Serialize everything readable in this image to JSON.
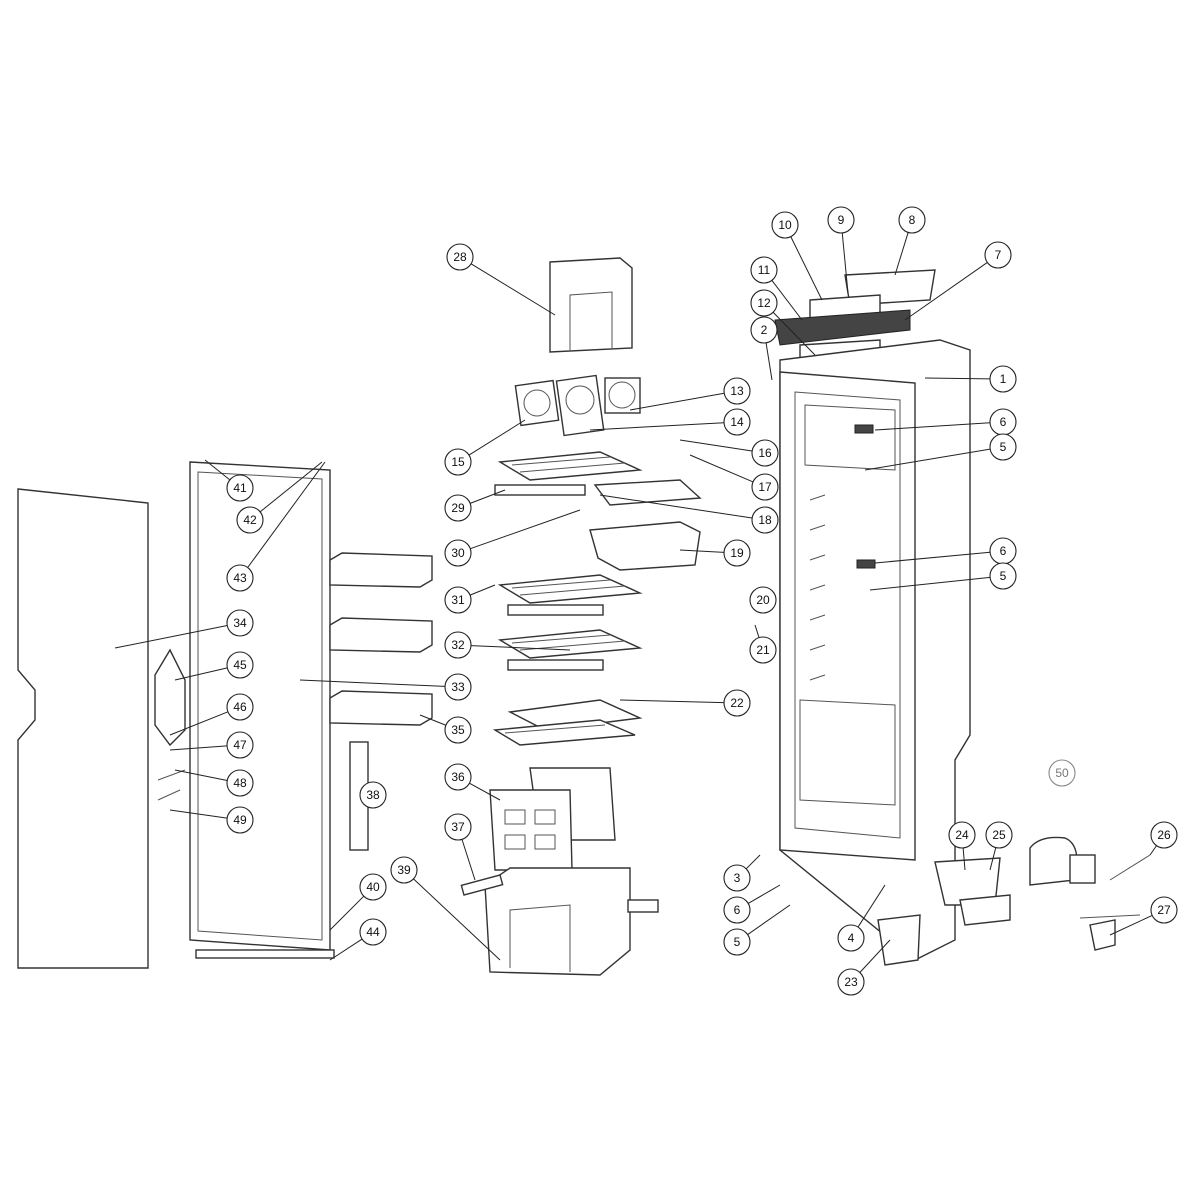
{
  "diagram": {
    "type": "exploded-parts-view",
    "callouts": [
      "28",
      "10",
      "9",
      "8",
      "7",
      "11",
      "12",
      "2",
      "1",
      "13",
      "14",
      "6",
      "5",
      "16",
      "17",
      "15",
      "41",
      "42",
      "43",
      "29",
      "18",
      "30",
      "19",
      "6",
      "5",
      "31",
      "20",
      "32",
      "21",
      "34",
      "45",
      "33",
      "46",
      "22",
      "35",
      "47",
      "48",
      "38",
      "49",
      "36",
      "37",
      "39",
      "50",
      "24",
      "25",
      "26",
      "3",
      "6",
      "5",
      "4",
      "40",
      "44",
      "27",
      "23"
    ],
    "highlight_color": "#888888"
  }
}
